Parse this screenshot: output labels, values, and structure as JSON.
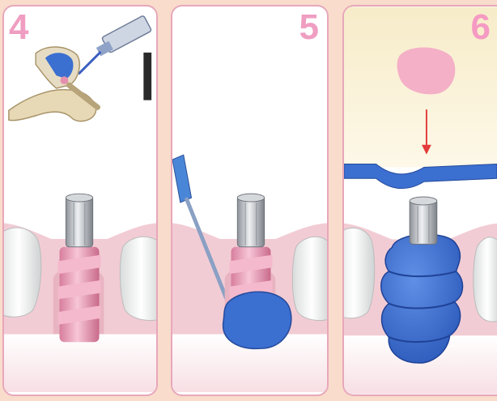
{
  "panels": [
    {
      "step": "4"
    },
    {
      "step": "5"
    },
    {
      "step": "6"
    }
  ],
  "colors": {
    "background": "#f9dccb",
    "panel_border": "#e7a7bb",
    "step_number": "#ef9ec1",
    "gum": "#f2ccd4",
    "impression_material": "#3b6fd0",
    "abutment_metal": "#c9ccd1",
    "impression_cap": "#e48fae",
    "arrow": "#e33b3b",
    "tray": "#e8d9b6"
  }
}
